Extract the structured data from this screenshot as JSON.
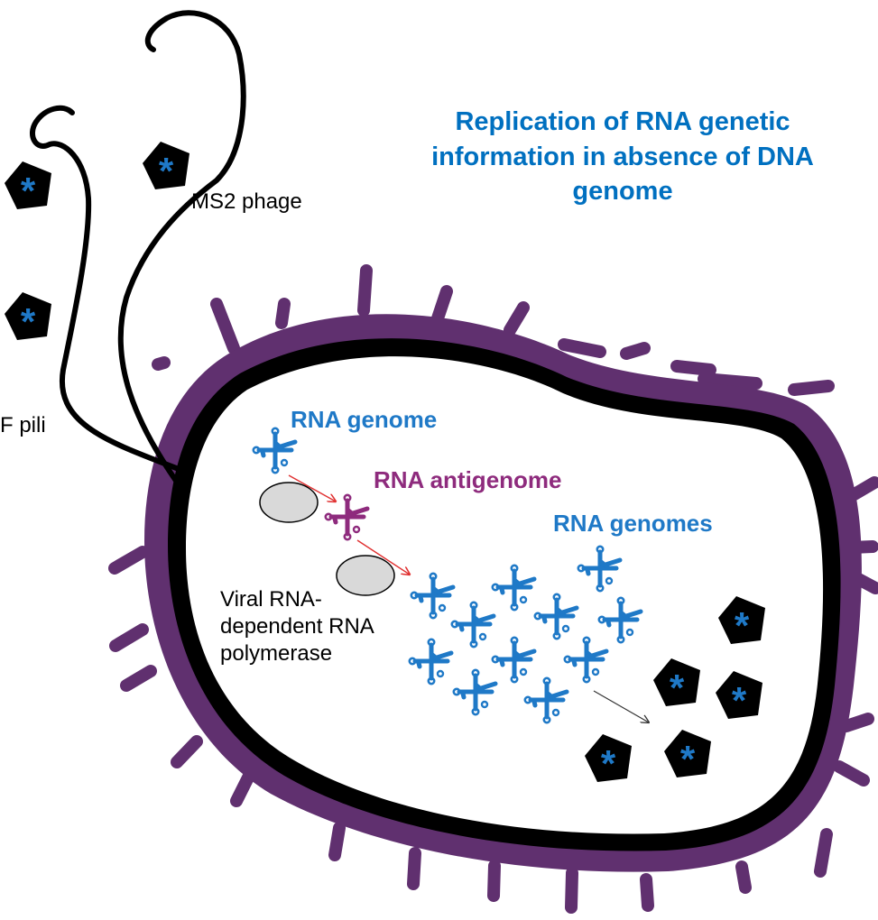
{
  "title": {
    "lines": [
      "Replication of RNA genetic",
      "information in absence of DNA",
      "genome"
    ],
    "color": "#0070C0"
  },
  "labels": {
    "phage": "MS2 phage",
    "pili": "F pili",
    "rna_genome": "RNA genome",
    "rna_antigenome": "RNA antigenome",
    "rna_genomes": "RNA genomes",
    "polymerase": [
      "Viral RNA-",
      "dependent RNA",
      "polymerase"
    ]
  },
  "colors": {
    "membrane": "#60306F",
    "rna": "#1F79C7",
    "antigenome": "#8E2B7D",
    "phage_body": "#000000",
    "polymerase_fill": "#D9D9D9",
    "arrow_red": "#E03030",
    "arrow_black": "#333333"
  },
  "icons": {
    "phage": "pentagon-with-asterisk",
    "rna": "cloverleaf-rna",
    "polymerase": "gray-ellipse"
  }
}
